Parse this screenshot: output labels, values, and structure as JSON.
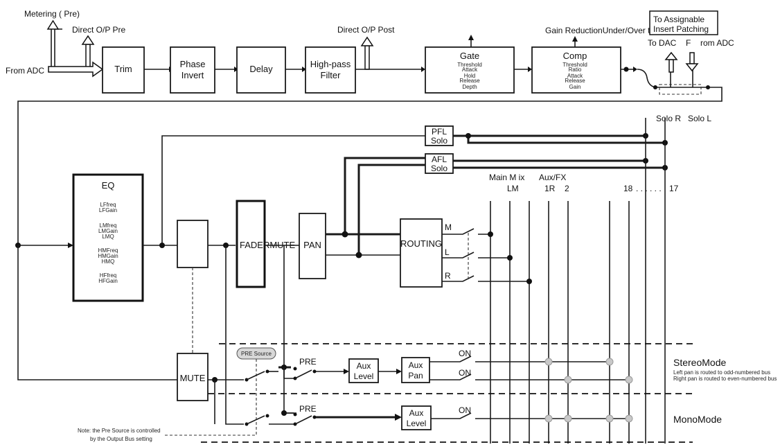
{
  "labels": {
    "metering_pre": "Metering ( Pre)",
    "direct_op_pre": "Direct O/P Pre",
    "from_adc_left": "From ADC",
    "direct_op_post": "Direct O/P Post",
    "gain_reduction": "Gain ReductionUnder/Over threshold",
    "to_assignable_1": "To Assignable",
    "to_assignable_2": "Insert Patching",
    "to_dac": "To DAC",
    "f_label": "F",
    "rom_adc": "rom ADC",
    "solo_r": "Solo R",
    "solo_l": "Solo L",
    "main_mix": "Main M ix",
    "lm": "LM",
    "aux_fx": "Aux/FX",
    "num_1r": "1R",
    "num_2": "2",
    "num_18": "18",
    "dots": ". . . . . .",
    "num_17": "17",
    "m": "M",
    "l": "L",
    "r": "R",
    "pre_1": "PRE",
    "pre_2": "PRE",
    "on_1": "ON",
    "on_2": "ON",
    "on_3": "ON",
    "stereo_mode": "StereoMode",
    "stereo_note_1": "Left pan is routed to odd-numbered bus",
    "stereo_note_2": "Right pan is routed to even-numbered bus",
    "mono_mode": "MonoMode",
    "note_1": "Note: the Pre Source is controlled",
    "note_2": "by the Output Bus setting"
  },
  "blocks": {
    "trim": "Trim",
    "phase_1": "Phase",
    "phase_2": "Invert",
    "delay": "Delay",
    "hpf_1": "High-pass",
    "hpf_2": "Filter",
    "gate": "Gate",
    "gate_params": [
      "Threshold",
      "Attack",
      "Hold",
      "Release",
      "Depth"
    ],
    "comp": "Comp",
    "comp_params": [
      "Threshold",
      "Ratio",
      "Attack",
      "Release",
      "Gain"
    ],
    "eq": "EQ",
    "eq_params": [
      "LFfreq",
      "LFGain",
      "LMfreq",
      "LMGain",
      "LMQ",
      "HMFreq",
      "HMGain",
      "HMQ",
      "HFfreq",
      "HFGain"
    ],
    "pfl_1": "PFL",
    "pfl_2": "Solo",
    "afl_1": "AFL",
    "afl_2": "Solo",
    "fader": "FADERMUTE",
    "pan": "PAN",
    "routing": "ROUTING",
    "mute": "MUTE",
    "pre_source": "PRE Source",
    "aux_level_1a": "Aux",
    "aux_level_1b": "Level",
    "aux_pan_a": "Aux",
    "aux_pan_b": "Pan",
    "aux_level_2a": "Aux",
    "aux_level_2b": "Level"
  }
}
